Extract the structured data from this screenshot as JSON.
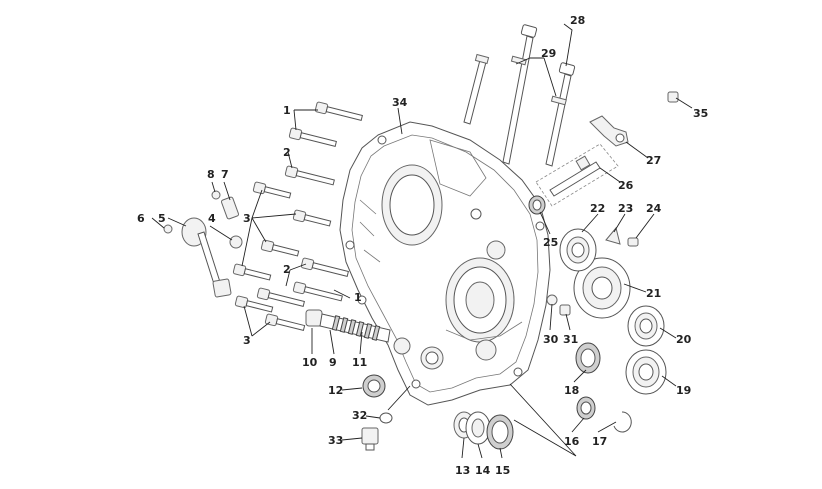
{
  "diagram": {
    "callouts": [
      {
        "id": "c1a",
        "text": "1"
      },
      {
        "id": "c1b",
        "text": "1"
      },
      {
        "id": "c2a",
        "text": "2"
      },
      {
        "id": "c2b",
        "text": "2"
      },
      {
        "id": "c3a",
        "text": "3"
      },
      {
        "id": "c3b",
        "text": "3"
      },
      {
        "id": "c4",
        "text": "4"
      },
      {
        "id": "c5",
        "text": "5"
      },
      {
        "id": "c6",
        "text": "6"
      },
      {
        "id": "c7",
        "text": "7"
      },
      {
        "id": "c8",
        "text": "8"
      },
      {
        "id": "c9",
        "text": "9"
      },
      {
        "id": "c10",
        "text": "10"
      },
      {
        "id": "c11",
        "text": "11"
      },
      {
        "id": "c12",
        "text": "12"
      },
      {
        "id": "c13",
        "text": "13"
      },
      {
        "id": "c14",
        "text": "14"
      },
      {
        "id": "c15",
        "text": "15"
      },
      {
        "id": "c16",
        "text": "16"
      },
      {
        "id": "c17",
        "text": "17"
      },
      {
        "id": "c18",
        "text": "18"
      },
      {
        "id": "c19",
        "text": "19"
      },
      {
        "id": "c20",
        "text": "20"
      },
      {
        "id": "c21",
        "text": "21"
      },
      {
        "id": "c22",
        "text": "22"
      },
      {
        "id": "c23",
        "text": "23"
      },
      {
        "id": "c24",
        "text": "24"
      },
      {
        "id": "c25",
        "text": "25"
      },
      {
        "id": "c26",
        "text": "26"
      },
      {
        "id": "c27",
        "text": "27"
      },
      {
        "id": "c28",
        "text": "28"
      },
      {
        "id": "c29",
        "text": "29"
      },
      {
        "id": "c30",
        "text": "30"
      },
      {
        "id": "c31",
        "text": "31"
      },
      {
        "id": "c32",
        "text": "32"
      },
      {
        "id": "c33",
        "text": "33"
      },
      {
        "id": "c34",
        "text": "34"
      },
      {
        "id": "c35",
        "text": "35"
      }
    ]
  }
}
